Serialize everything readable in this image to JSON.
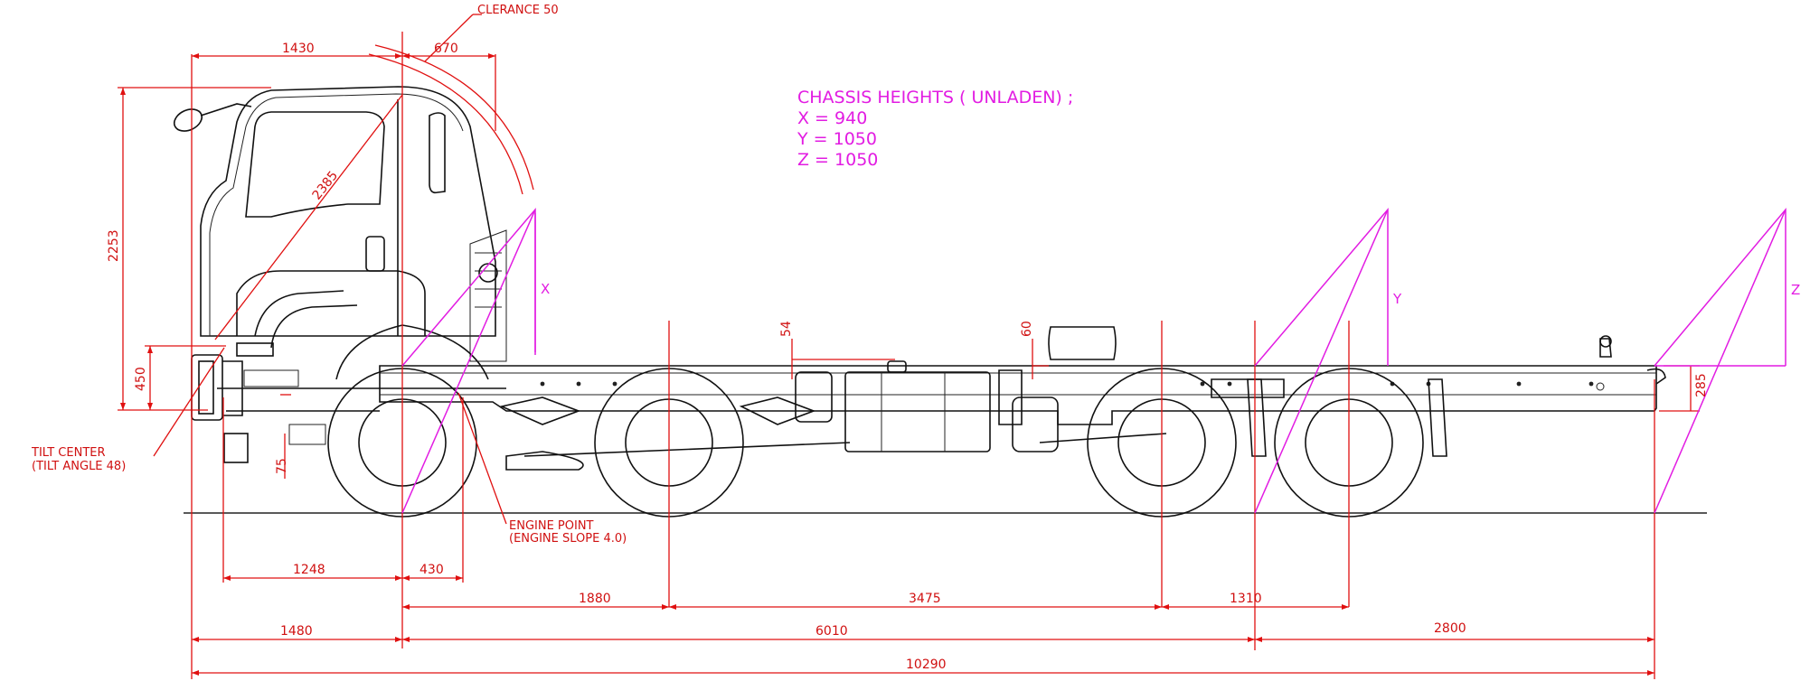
{
  "chassis_heights": {
    "title": "CHASSIS HEIGHTS  ( UNLADEN)  ;",
    "x_line": "X = 940",
    "y_line": "Y = 1050",
    "z_line": "Z = 1050"
  },
  "markers": {
    "x": "X",
    "y": "Y",
    "z": "Z"
  },
  "annotations": {
    "clearance": "CLERANCE 50",
    "tilt_center_1": "TILT CENTER",
    "tilt_center_2": "(TILT ANGLE 48)",
    "engine_point_1": "ENGINE POINT",
    "engine_point_2": "(ENGINE SLOPE 4.0)"
  },
  "dimensions": {
    "cab_front": "1430",
    "cab_rear": "670",
    "tilt_radius": "2385",
    "cab_height": "2253",
    "tilt_height": "450",
    "ground_to_axle": "75",
    "frame_step_54": "54",
    "frame_step_60": "60",
    "rear_frame_285": "285",
    "front_1248": "1248",
    "front_430": "430",
    "wb_1880": "1880",
    "wb_3475": "3475",
    "wb_1310": "1310",
    "front_overhang": "1480",
    "wheelbase": "6010",
    "rear_overhang": "2800",
    "overall_length": "10290"
  },
  "colors": {
    "dimension_red": "#e01010",
    "annotation_magenta": "#e21ce2",
    "linework_black": "#111111"
  }
}
